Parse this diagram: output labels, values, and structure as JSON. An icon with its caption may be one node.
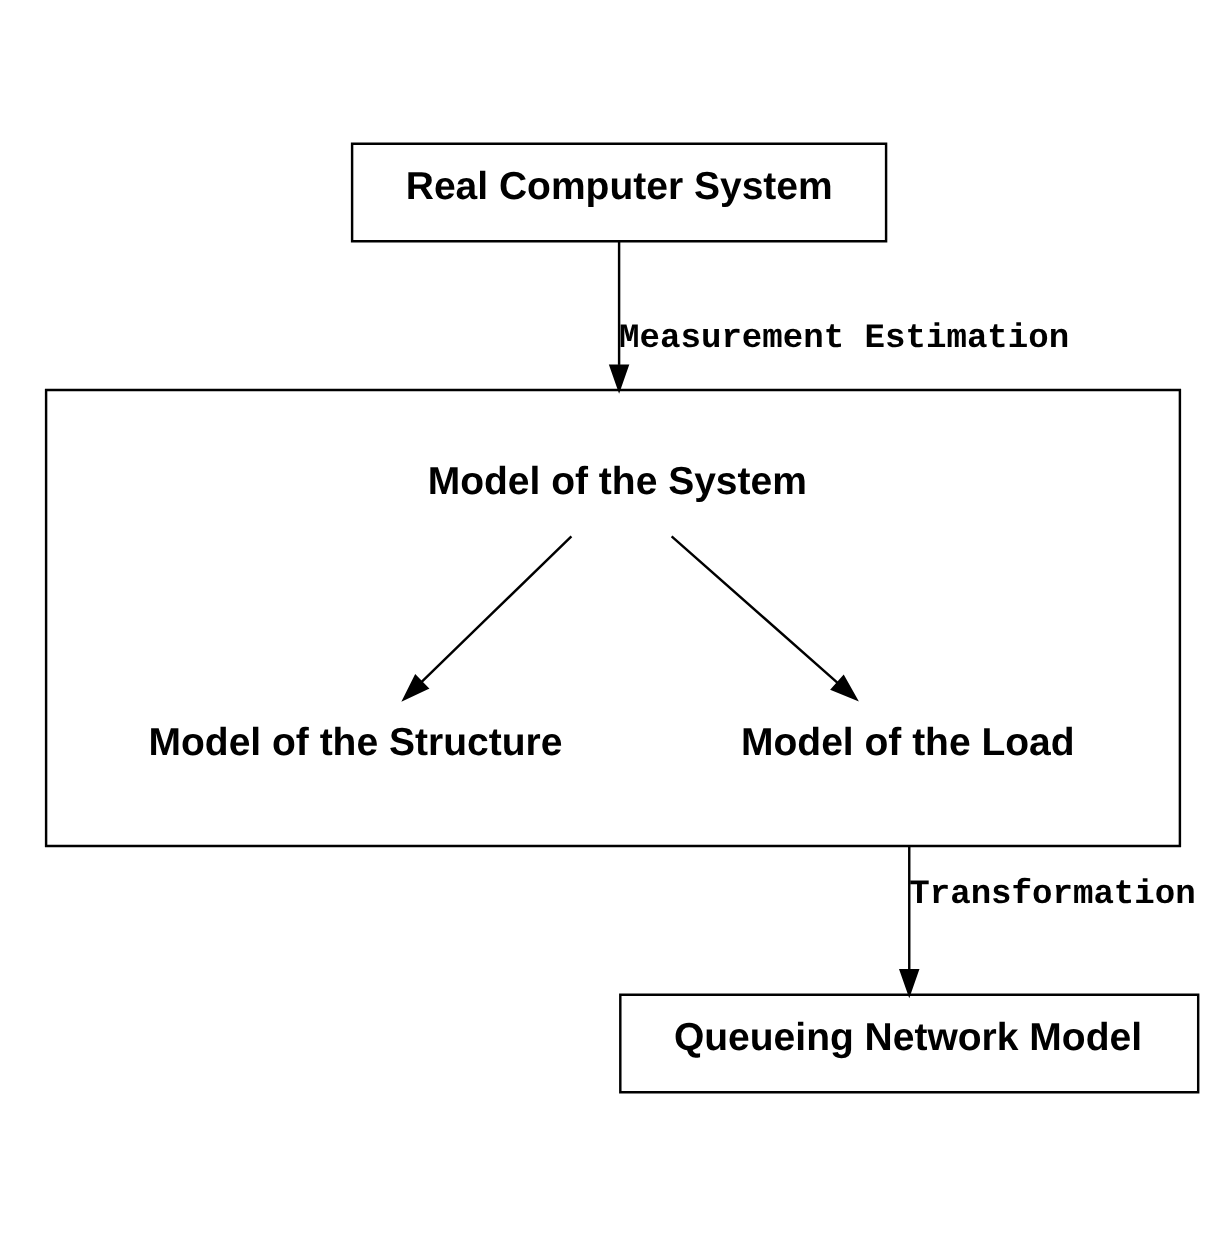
{
  "diagram": {
    "nodes": [
      {
        "text": [
          "Real Computer System"
        ]
      },
      {
        "text": [],
        "shape": "box"
      },
      {
        "text": [
          "Model of the System"
        ],
        "in": 1
      },
      {
        "text": [
          "Model of the Structure"
        ],
        "in": 1
      },
      {
        "text": [
          "Model of the Load"
        ],
        "in": 1
      },
      {
        "text": [
          "Queueing Network Model"
        ]
      }
    ],
    "edges": [
      {
        "from": 0,
        "to": 1,
        "arrow": "to",
        "label": "Measurement Estimation"
      },
      {
        "from": 2,
        "to": 3,
        "arrow": "to"
      },
      {
        "from": 2,
        "to": 4,
        "arrow": "to"
      },
      {
        "from": 1,
        "to": 5,
        "arrow": "to",
        "label": "Transformation"
      }
    ]
  }
}
